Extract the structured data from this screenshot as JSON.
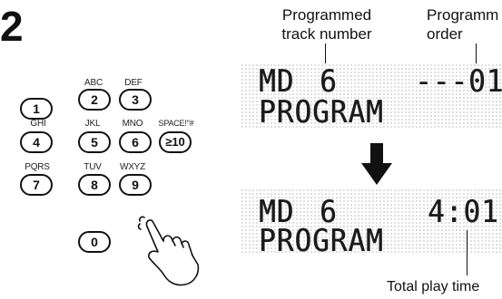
{
  "step_number": "2",
  "keypad": {
    "rows": [
      [
        {
          "sub": "",
          "key": "1"
        },
        {
          "sub": "ABC",
          "key": "2"
        },
        {
          "sub": "DEF",
          "key": "3"
        }
      ],
      [
        {
          "sub": "GHI",
          "key": "4"
        },
        {
          "sub": "JKL",
          "key": "5"
        },
        {
          "sub": "MNO",
          "key": "6"
        },
        {
          "sub": "SPACE!\"#",
          "key": "≥10"
        }
      ],
      [
        {
          "sub": "PQRS",
          "key": "7"
        },
        {
          "sub": "TUV",
          "key": "8"
        },
        {
          "sub": "WXYZ",
          "key": "9"
        }
      ],
      [
        {
          "sub": "",
          "key": "0"
        }
      ]
    ]
  },
  "labels": {
    "programmed_track_number": [
      "Programmed",
      "track number"
    ],
    "program_order": [
      "Programm",
      "order"
    ],
    "total_play_time": "Total play time"
  },
  "display_before": {
    "line1_source": "MD",
    "line1_track": "6",
    "line1_right": "---01",
    "line2": "PROGRAM"
  },
  "display_after": {
    "line1_source": "MD",
    "line1_track": "6",
    "line1_right": "4:01",
    "line2": "PROGRAM"
  },
  "arrow_icon": "down-arrow-icon",
  "hand_icon": "pressing-hand-icon"
}
